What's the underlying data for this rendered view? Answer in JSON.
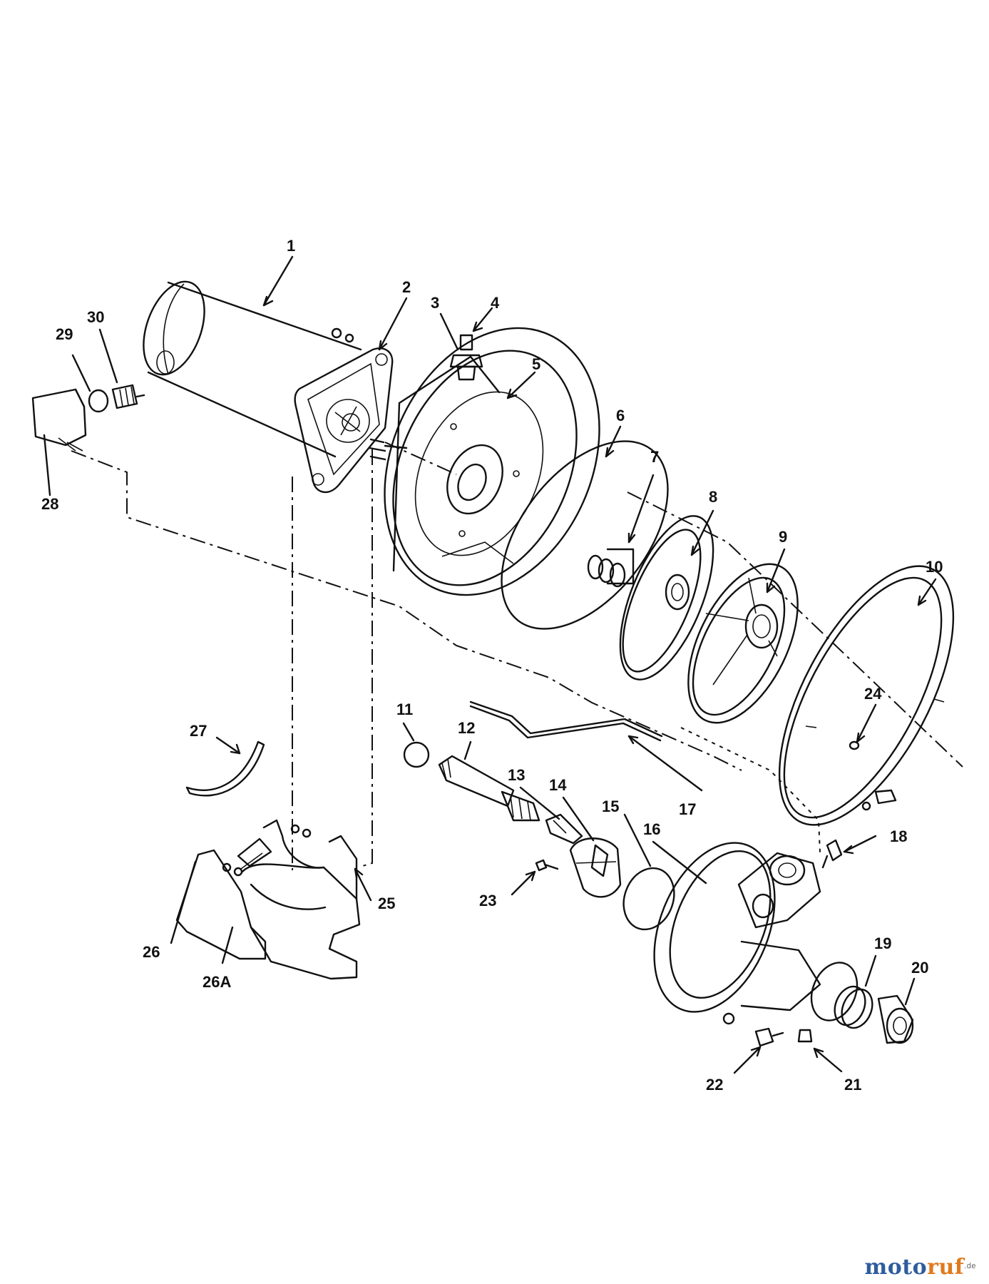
{
  "callouts": [
    {
      "id": "1",
      "text": "1"
    },
    {
      "id": "2",
      "text": "2"
    },
    {
      "id": "3",
      "text": "3"
    },
    {
      "id": "4",
      "text": "4"
    },
    {
      "id": "5",
      "text": "5"
    },
    {
      "id": "6",
      "text": "6"
    },
    {
      "id": "7",
      "text": "7"
    },
    {
      "id": "8",
      "text": "8"
    },
    {
      "id": "9",
      "text": "9"
    },
    {
      "id": "10",
      "text": "10"
    },
    {
      "id": "11",
      "text": "11"
    },
    {
      "id": "12",
      "text": "12"
    },
    {
      "id": "13",
      "text": "13"
    },
    {
      "id": "14",
      "text": "14"
    },
    {
      "id": "15",
      "text": "15"
    },
    {
      "id": "16",
      "text": "16"
    },
    {
      "id": "17",
      "text": "17"
    },
    {
      "id": "18",
      "text": "18"
    },
    {
      "id": "19",
      "text": "19"
    },
    {
      "id": "20",
      "text": "20"
    },
    {
      "id": "21",
      "text": "21"
    },
    {
      "id": "22",
      "text": "22"
    },
    {
      "id": "23",
      "text": "23"
    },
    {
      "id": "24",
      "text": "24"
    },
    {
      "id": "25",
      "text": "25"
    },
    {
      "id": "26",
      "text": "26"
    },
    {
      "id": "26A",
      "text": "26A"
    },
    {
      "id": "27",
      "text": "27"
    },
    {
      "id": "28",
      "text": "28"
    },
    {
      "id": "29",
      "text": "29"
    },
    {
      "id": "30",
      "text": "30"
    }
  ],
  "watermark": {
    "part1": "motoruf",
    "part2": ".de"
  },
  "colors": {
    "ink": "#111111",
    "watermark_blue": "#2e5d9e",
    "watermark_orange": "#e07a1d"
  }
}
